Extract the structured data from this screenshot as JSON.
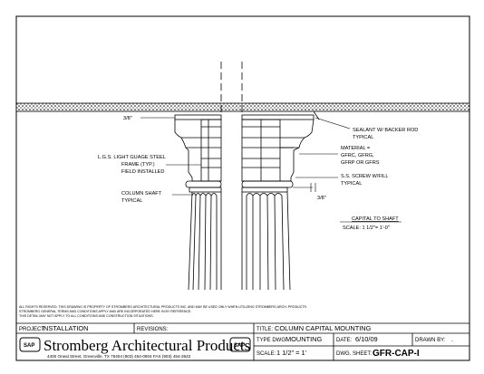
{
  "annotations": {
    "gap_top": "3/8\"",
    "gap_side": "3/8\"",
    "lgs": [
      "L.G.S.  LIGHT GUAGE STEEL",
      "FRAME (TYP.)",
      "FIELD INSTALLED"
    ],
    "column_shaft": [
      "COLUMN SHAFT",
      "TYPICAL"
    ],
    "sealant": [
      "SEALANT W/ BACKER ROD",
      "TYPICAL"
    ],
    "material": [
      "MATERIAL =",
      "GFRC, GFRG,",
      "GFRP OR GFRS"
    ],
    "screw": [
      "S.S. SCREW W/FILL",
      "TYPICAL"
    ],
    "detail_title": "CAPITAL TO SHAFT",
    "detail_scale": "SCALE:  1  1/2\"= 1'-0\""
  },
  "disclaimer": [
    "ALL RIGHTS RESERVED. THIS DRAWING IS PROPERTY OF STROMBERG ARCHITECTURAL PRODUCTS INC. AND MAY BE USED ONLY WHEN UTILIZING STROMBERG ARCH. PRODUCTS.",
    "STROMBERG GENERAL TERMS AND CONDITIONS APPLY AND ARE INCORPORATED HERE IN BY REFERENCE.",
    "THIS DETAIL MAY NOT APPLY TO ALL CONDITIONS AND CONSTRUCTION SITUATIONS."
  ],
  "title_block": {
    "project_label": "PROJECT:",
    "project_value": "INSTALLATION",
    "revisions_label": "REVISIONS:",
    "title_label": "TITLE:",
    "title_value": "COLUMN CAPITAL MOUNTING",
    "type_label": "TYPE DWG:",
    "type_value": "MOUNTING",
    "date_label": "DATE:",
    "date_value": "6/10/09",
    "drawn_label": "DRAWN BY:",
    "drawn_value": ".",
    "scale_label": "SCALE:",
    "scale_value": "1  1/2\" = 1'",
    "sheet_label": "DWG. SHEET:",
    "sheet_value": "GFR-CAP-I",
    "company_name": "Stromberg Architectural Products",
    "company_address": "4400 Oneal Street, Greenville, TX  75404   (903) 454-0904  FAX (903) 454-3642",
    "logo_text": "SAP"
  }
}
